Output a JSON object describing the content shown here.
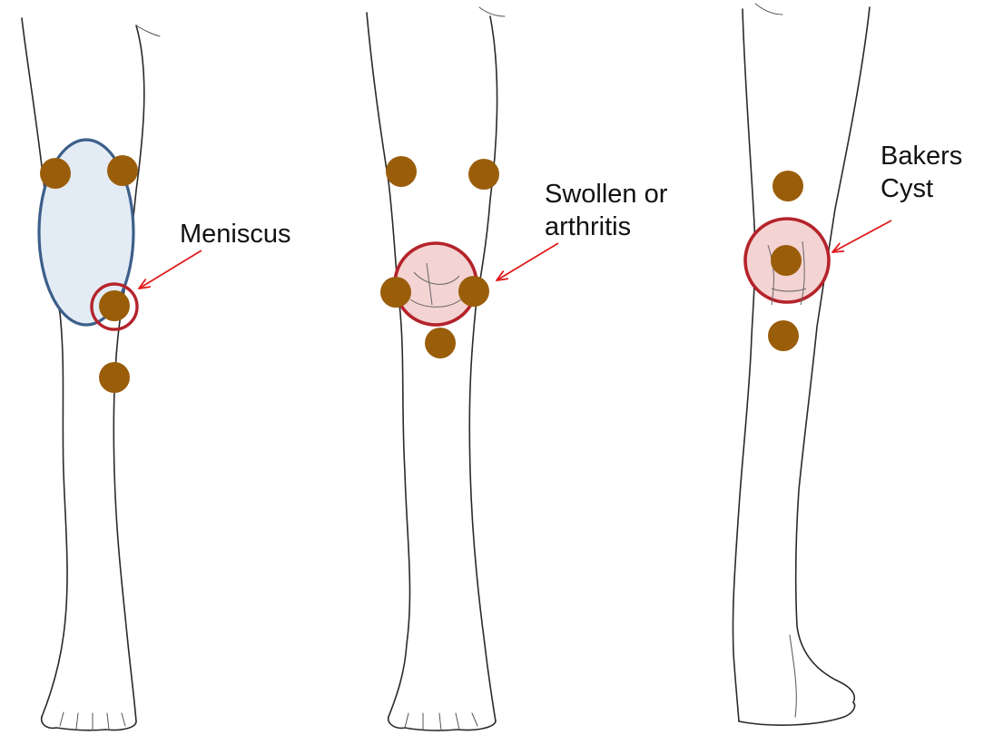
{
  "labels": {
    "meniscus": "Meniscus",
    "swollen": "Swollen or\narthritis",
    "bakers": "Bakers\nCyst"
  },
  "colors": {
    "acupoint": "#9a5d0a",
    "pain_ring": "#b5232b",
    "pain_fill": "#f4d3d3",
    "region_outline": "#3c5f8a",
    "region_fill": "#e3ebf5",
    "arrow": "#e01b1b"
  }
}
